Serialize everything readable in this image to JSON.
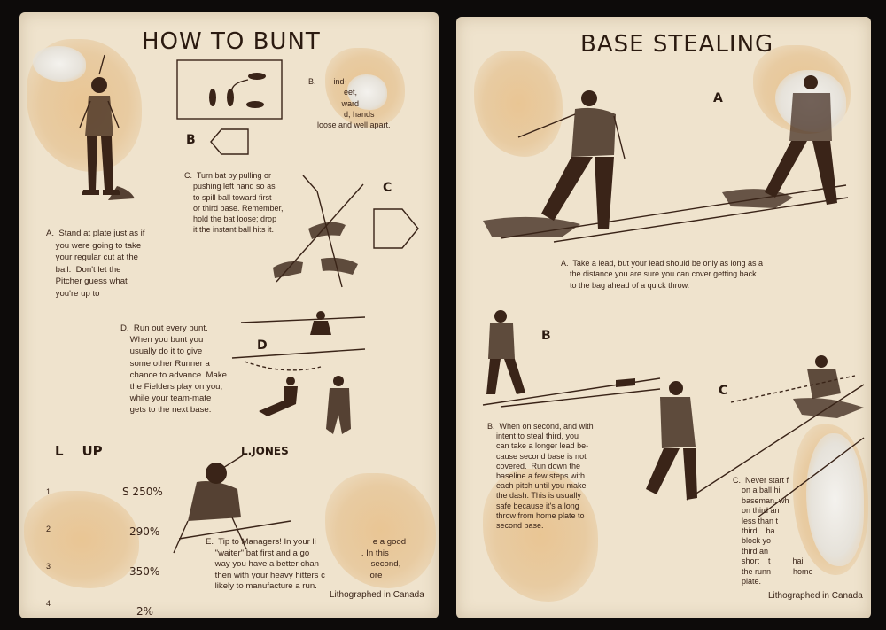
{
  "left_card": {
    "title": "HOW TO BUNT",
    "labels": {
      "b": "B",
      "c": "C",
      "d": "D"
    },
    "text_a": "A.  Stand at plate just as if\n    you were going to take\n    your regular cut at the\n    ball.  Don't let the\n    Pitcher guess what\n    you're up to",
    "text_b": "B.        ind-\n                eet,\n               ward\n                d, hands\n    loose and well apart.",
    "text_c": "C.  Turn bat by pulling or\n    pushing left hand so as\n    to spill ball toward first\n    or third base. Remember,\n    hold the bat loose; drop\n    it the instant ball hits it.",
    "text_d": "D.  Run out every bunt.\n    When you bunt you\n    usually do it to give\n    some other Runner a\n    chance to advance. Make\n    the Fielders play on you,\n    while your team-mate\n    gets to the next base.",
    "text_e": "E.  Tip to Managers! In your li                        e a good\n    \"waiter\" bat first and a go                      . In this\n    way you have a better chan                      second,\n    then with your heavy hitters c                   ore\n    likely to manufacture a run.",
    "lineup_heading": "L    UP",
    "lineup_stats": [
      "S 250%",
      "290%",
      "350%",
      "2%"
    ],
    "lineup_numbers": [
      "1",
      "2",
      "3",
      "4"
    ],
    "player_name": "L.JONES",
    "lithographed": "Lithographed in Canada"
  },
  "right_card": {
    "title": "BASE STEALING",
    "labels": {
      "a": "A",
      "b": "B",
      "c": "C"
    },
    "text_a": "A.  Take a lead, but your lead should be only as long as a\n    the distance you are sure you can cover getting back\n    to the bag ahead of a quick throw.",
    "text_b": "B.  When on second, and with\n    intent to steal third, you\n    can take a longer lead be-\n    cause second base is not\n    covered.  Run down the\n    baseline a few steps with\n    each pitch until you make\n    the dash. This is usually\n    safe because it's a long\n    throw from home plate to\n    second base.",
    "text_c": "C.  Never start f\n    on a ball hi\n    baseman, wh\n    on third an\n    less than t\n    third    ba\n    block yo\n    third an\n    short    t          hail\n    the runn          home\n    plate.",
    "lithographed": "Lithographed in Canada"
  }
}
